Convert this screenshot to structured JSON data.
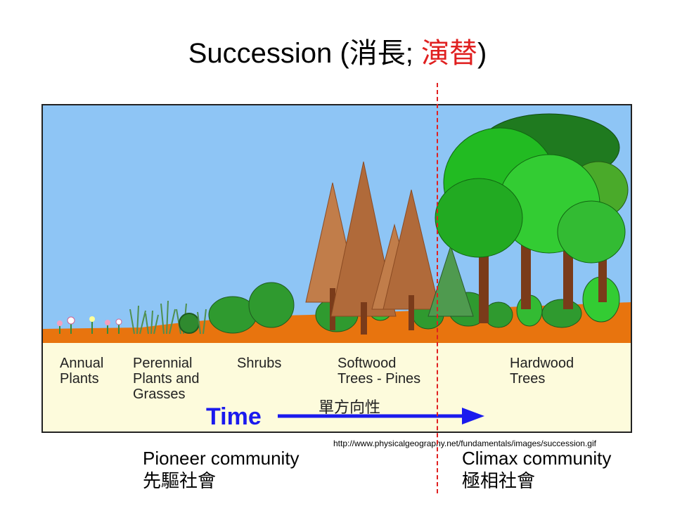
{
  "title": {
    "prefix": "Succession (",
    "cn_black": "消長; ",
    "cn_red": "演替",
    "suffix": ")",
    "accent_color": "#e02020"
  },
  "stages": [
    {
      "name": "stage-annual-plants",
      "label": "Annual\nPlants"
    },
    {
      "name": "stage-perennial",
      "label": "Perennial\nPlants and\nGrasses"
    },
    {
      "name": "stage-shrubs",
      "label": "Shrubs"
    },
    {
      "name": "stage-softwood",
      "label": "Softwood\nTrees - Pines"
    },
    {
      "name": "stage-hardwood",
      "label": "Hardwood\nTrees"
    }
  ],
  "time": {
    "label": "Time",
    "cn_label": "單方向性",
    "arrow_color": "#1a1aee"
  },
  "source_url": "http://www.physicalgeography.net/fundamentals/images/succession.gif",
  "pioneer": {
    "en": "Pioneer community",
    "cn": "先驅社會"
  },
  "climax": {
    "en": "Climax community",
    "cn": "極相社會"
  },
  "colors": {
    "sky": "#8ec5f5",
    "soil": "#e8740e",
    "ground": "#fdfbdc",
    "pine": "#b06a3a",
    "shrub": "#2f9a2f",
    "hardwood_canopy": "#22aa22",
    "hardwood_trunk": "#7a3b1a"
  }
}
